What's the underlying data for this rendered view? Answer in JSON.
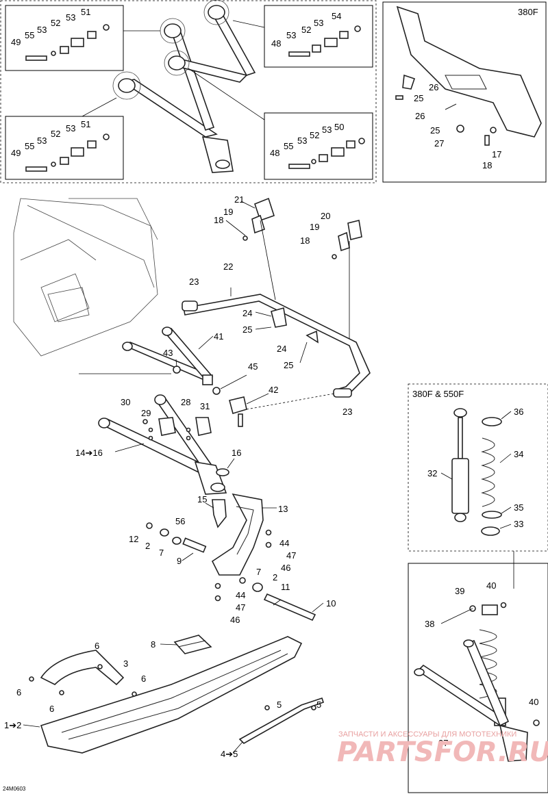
{
  "diagram": {
    "code": "24M0603",
    "watermark": {
      "line1": "ЗАПЧАСТИ И АКСЕССУАРЫ ДЛЯ МОТОТЕХНИКИ",
      "line2": "PARTSFOR.RU"
    },
    "section_labels": {
      "top_right": "380F",
      "mid_right": "380F & 550F"
    },
    "callouts": {
      "tl_49": "49",
      "tl_55": "55",
      "tl_53a": "53",
      "tl_52": "52",
      "tl_53b": "53",
      "tl_51": "51",
      "tr_48": "48",
      "tr_53a": "53",
      "tr_52": "52",
      "tr_53b": "53",
      "tr_54": "54",
      "bl_49": "49",
      "bl_55": "55",
      "bl_53a": "53",
      "bl_52": "52",
      "bl_53b": "53",
      "bl_51": "51",
      "br_48": "48",
      "br_55": "55",
      "br_53a": "53",
      "br_52": "52",
      "br_53b": "53",
      "br_50": "50",
      "r_26a": "26",
      "r_25a": "25",
      "r_26b": "26",
      "r_25b": "25",
      "r_27": "27",
      "r_17": "17",
      "r_18": "18",
      "m_21": "21",
      "m_19a": "19",
      "m_18a": "18",
      "m_20": "20",
      "m_19b": "19",
      "m_18b": "18",
      "m_22": "22",
      "m_23a": "23",
      "m_24a": "24",
      "m_25a": "25",
      "m_24b": "24",
      "m_25b": "25",
      "m_41": "41",
      "m_43": "43",
      "m_45": "45",
      "m_42": "42",
      "m_23b": "23",
      "m_30": "30",
      "m_28": "28",
      "m_29": "29",
      "m_31": "31",
      "m_14_16": "14➔16",
      "m_16": "16",
      "m_15": "15",
      "m_13": "13",
      "m_56": "56",
      "m_12": "12",
      "m_2a": "2",
      "m_7a": "7",
      "m_9": "9",
      "m_44a": "44",
      "m_47a": "47",
      "m_46a": "46",
      "m_7b": "7",
      "m_2b": "2",
      "m_11": "11",
      "m_44b": "44",
      "m_47b": "47",
      "m_10": "10",
      "m_46b": "46",
      "s_36": "36",
      "s_34": "34",
      "s_32": "32",
      "s_35": "35",
      "s_33": "33",
      "s_39": "39",
      "s_40a": "40",
      "s_38": "38",
      "s_40b": "40",
      "s_37": "37",
      "k_8": "8",
      "k_6a": "6",
      "k_3": "3",
      "k_6b": "6",
      "k_6c": "6",
      "k_6d": "6",
      "k_5a": "5",
      "k_5b": "5",
      "k_1_2": "1➔2",
      "k_4_5": "4➔5"
    }
  }
}
